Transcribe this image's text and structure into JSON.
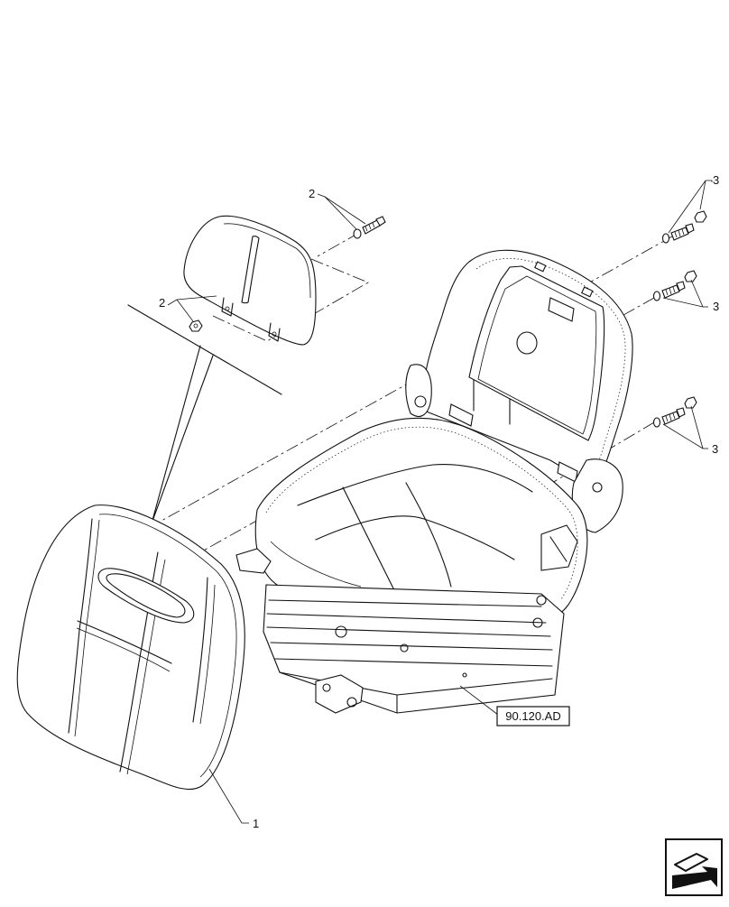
{
  "callouts": {
    "part1": "1",
    "part2_top": "2",
    "part2_left": "2",
    "part3_top": "3",
    "part3_mid": "3",
    "part3_bot": "3"
  },
  "reference_box": "90.120.AD",
  "nav_icon": "next-page-arrow-icon"
}
